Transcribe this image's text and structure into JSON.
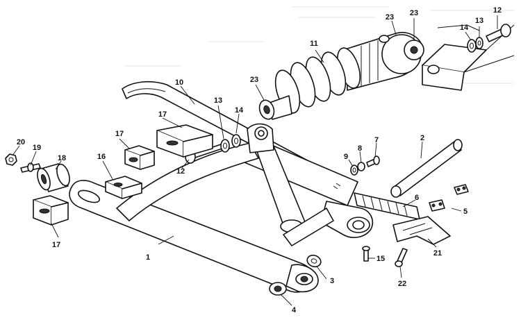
{
  "diagram": {
    "callouts": [
      "1",
      "2",
      "3",
      "4",
      "5",
      "6",
      "7",
      "8",
      "9",
      "10",
      "11",
      "12",
      "12",
      "13",
      "13",
      "14",
      "14",
      "15",
      "16",
      "17",
      "17",
      "17",
      "18",
      "19",
      "20",
      "21",
      "22",
      "23",
      "23",
      "23"
    ]
  }
}
